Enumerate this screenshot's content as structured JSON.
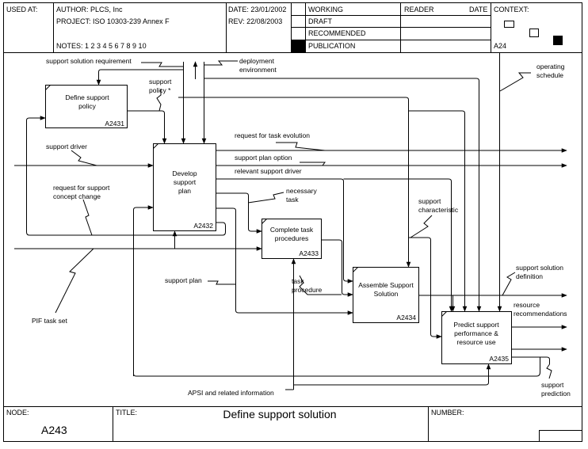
{
  "header": {
    "used_at": "USED AT:",
    "author": "AUTHOR:  PLCS, Inc",
    "project": "PROJECT:  ISO 10303-239 Annex F",
    "notes": "NOTES:  1  2  3  4  5  6  7  8  9  10",
    "date": "DATE:  23/01/2002",
    "rev": "REV:    22/08/2003",
    "status": [
      "WORKING",
      "DRAFT",
      "RECOMMENDED",
      "PUBLICATION"
    ],
    "reader": "READER",
    "reader_date": "DATE",
    "context": "CONTEXT:",
    "context_node": "A24"
  },
  "boxes": [
    {
      "name": "Define support policy",
      "lines": [
        "Define support",
        "policy"
      ],
      "id": "A2431"
    },
    {
      "name": "Develop support plan",
      "lines": [
        "Develop",
        "support",
        "plan"
      ],
      "id": "A2432"
    },
    {
      "name": "Complete task procedures",
      "lines": [
        "Complete task",
        "procedures"
      ],
      "id": "A2433"
    },
    {
      "name": "Assemble Support Solution",
      "lines": [
        "Assemble Support",
        "Solution"
      ],
      "id": "A2434"
    },
    {
      "name": "Predict support performance & resource use",
      "lines": [
        "Predict support",
        "performance &",
        "resource use"
      ],
      "id": "A2435"
    }
  ],
  "arrow_labels": {
    "support_solution_requirement": "support solution requirement",
    "deployment_environment": [
      "deployment",
      "environment"
    ],
    "support_policy": [
      "support",
      "policy *"
    ],
    "operating_schedule": [
      "operating",
      "schedule"
    ],
    "request_for_task_evolution": "request for task evolution",
    "support_driver": "support driver",
    "support_plan_option": "support plan option",
    "relevant_support_driver": "relevant support driver",
    "request_for_support_concept_change": [
      "request for support",
      "concept change"
    ],
    "necessary_task": [
      "necessary",
      "task"
    ],
    "support_characteristic": [
      "support",
      "characteristic"
    ],
    "support_plan": "support plan",
    "task_procedure": [
      "task",
      "procedure"
    ],
    "support_solution_definition": [
      "support solution",
      "definition"
    ],
    "resource_recommendations": [
      "resource",
      "recommendations"
    ],
    "pif_task_set": "PIF task set",
    "apsi_and_related_information": "APSI and related information",
    "support_prediction": [
      "support",
      "prediction"
    ]
  },
  "footer": {
    "node_label": "NODE:",
    "node_value": "A243",
    "title_label": "TITLE:",
    "title_value": "Define support solution",
    "number_label": "NUMBER:"
  }
}
